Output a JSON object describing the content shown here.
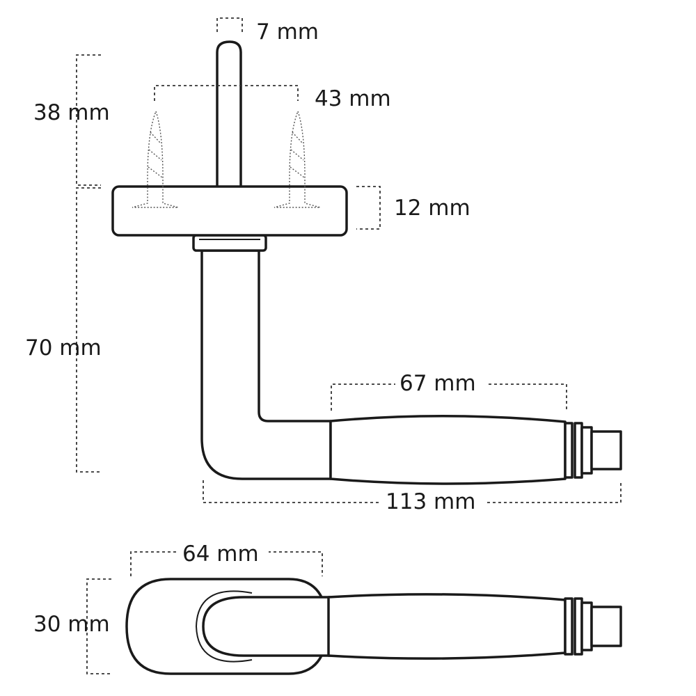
{
  "dimensions": {
    "spindle_width": "7 mm",
    "spindle_length": "38 mm",
    "screw_spacing": "43 mm",
    "rose_thickness": "12 mm",
    "lever_height": "70 mm",
    "grip_length": "67 mm",
    "lever_length": "113 mm",
    "rose_length": "64 mm",
    "rose_width": "30 mm"
  }
}
